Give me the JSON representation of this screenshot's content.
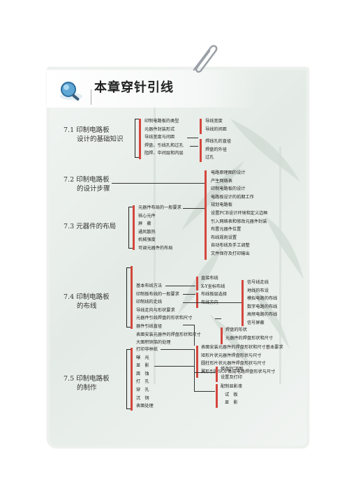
{
  "header": {
    "title": "本章穿针引线"
  },
  "sections": [
    {
      "title_l1": "7.1 印制电路板",
      "title_l2": "设计的基础知识"
    },
    {
      "title_l1": "7.2 印制电路板",
      "title_l2": "的设计步骤"
    },
    {
      "title_l1": "7.3 元器件的布局",
      "title_l2": ""
    },
    {
      "title_l1": "7.4 印制电路板",
      "title_l2": "的布线"
    },
    {
      "title_l1": "7.5 印制电路板",
      "title_l2": "的制作"
    }
  ],
  "s1": {
    "items": [
      "印制电路板的类型",
      "元器件封装形式",
      "导线宽度与间距",
      "焊盘、引线孔和过孔",
      "阻焊、中间层和内层"
    ],
    "sub_a": [
      "导线宽度",
      "导线的间距"
    ],
    "sub_b": [
      "焊线孔的直径",
      "焊盘的外径",
      "过孔"
    ]
  },
  "s2": {
    "items": [
      "电路原理图的设计",
      "产生网络表",
      "印制电路板的设计",
      "电路板设计的前期工作",
      "规划电路板",
      "设置PCB设计环境和定义边框",
      "引入网络表和修改元器件封装",
      "布置元器件位置",
      "布线规则设置",
      "自动布线及手工调整",
      "文件保存及打印输出"
    ]
  },
  "s3": {
    "items": [
      "元器件布局的一般要求",
      "核心元件",
      "屏　蔽",
      "通风散热",
      "机械强度",
      "可调元器件的布局"
    ]
  },
  "s4": {
    "items": [
      "基本布线方法",
      "印制板布线的一般要求",
      "印制线的走线",
      "导线走向与形状要求",
      "元器件引线焊盘的形状和尺寸",
      "器件引线直径",
      "表面安装元器件的焊盘形状和尺寸",
      "大面积铜箔的处理"
    ],
    "sub_a": [
      "直接布线",
      "X-Y坐标布线"
    ],
    "sub_b": [
      "布线板层选择",
      "布线方向"
    ],
    "sub_c": [
      "信号线走线",
      "地线的布设",
      "模拟电路的布线",
      "数字电路的布线",
      "高频电路的布线",
      "信号屏蔽"
    ],
    "sub_d": [
      "焊盘的形状",
      "元器件的焊盘形状和尺寸"
    ],
    "sub_e": [
      "表面安装元器件的焊盘形状和尺寸基本要求",
      "矩形片状元器件焊盘形状与尺寸",
      "圆柱形片状元器件焊盘形状与尺寸",
      "翼形引脚SOP集成电路焊盘形状与尺寸"
    ]
  },
  "s5": {
    "items": [
      "打印非林纸",
      "曝　光",
      "显　影",
      "腐　蚀",
      "打　孔",
      "穿　孔",
      "沉　铜",
      "表面处理"
    ],
    "sub_a": [
      "修改PCB图",
      "设置及打印"
    ],
    "sub_b": [
      "配制显影液",
      "试　板",
      "显　影"
    ]
  }
}
